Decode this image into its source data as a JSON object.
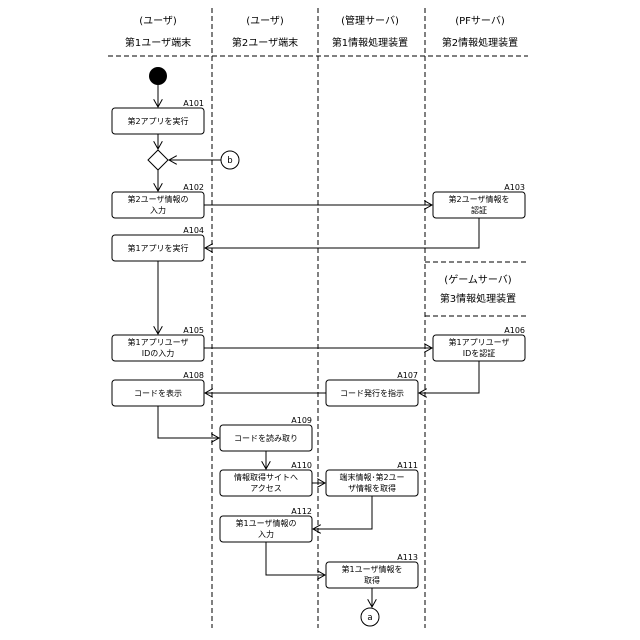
{
  "lanes": [
    {
      "role": "(ユーザ)",
      "name": "第1ユーザ端末"
    },
    {
      "role": "(ユーザ)",
      "name": "第2ユーザ端末"
    },
    {
      "role": "(管理サーバ)",
      "name": "第1情報処理装置"
    },
    {
      "role": "(PFサーバ)",
      "name": "第2情報処理装置"
    }
  ],
  "extra_lane": {
    "role": "(ゲームサーバ)",
    "name": "第3情報処理装置"
  },
  "connectors": {
    "b": "b",
    "a": "a"
  },
  "nodes": {
    "A101": {
      "id": "A101",
      "line1": "第2アプリを実行",
      "line2": ""
    },
    "A102": {
      "id": "A102",
      "line1": "第2ユーザ情報の",
      "line2": "入力"
    },
    "A103": {
      "id": "A103",
      "line1": "第2ユーザ情報を",
      "line2": "認証"
    },
    "A104": {
      "id": "A104",
      "line1": "第1アプリを実行",
      "line2": ""
    },
    "A105": {
      "id": "A105",
      "line1": "第1アプリユーザ",
      "line2": "IDの入力"
    },
    "A106": {
      "id": "A106",
      "line1": "第1アプリユーザ",
      "line2": "IDを認証"
    },
    "A107": {
      "id": "A107",
      "line1": "コード発行を指示",
      "line2": ""
    },
    "A108": {
      "id": "A108",
      "line1": "コードを表示",
      "line2": ""
    },
    "A109": {
      "id": "A109",
      "line1": "コードを読み取り",
      "line2": ""
    },
    "A110": {
      "id": "A110",
      "line1": "情報取得サイトへ",
      "line2": "アクセス"
    },
    "A111": {
      "id": "A111",
      "line1": "端末情報･第2ユー",
      "line2": "ザ情報を取得"
    },
    "A112": {
      "id": "A112",
      "line1": "第1ユーザ情報の",
      "line2": "入力"
    },
    "A113": {
      "id": "A113",
      "line1": "第1ユーザ情報を",
      "line2": "取得"
    }
  }
}
